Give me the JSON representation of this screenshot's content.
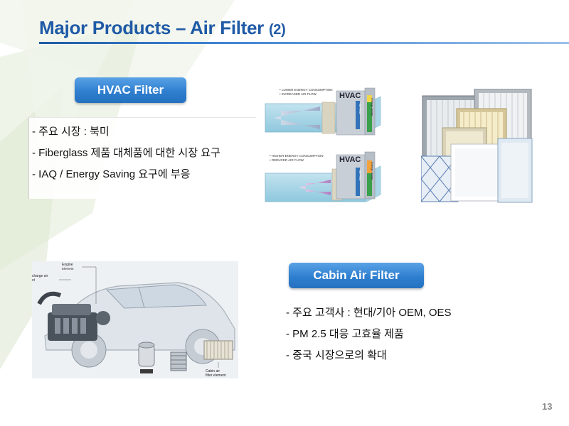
{
  "slide": {
    "title_main": "Major Products – Air Filter",
    "title_suffix": "(2)",
    "page_number": "13"
  },
  "hvac": {
    "label": "HVAC Filter",
    "bullets": [
      "- 주요 시장 : 북미",
      "- Fiberglass 제품 대체품에 대한 시장 요구",
      "- IAQ / Energy Saving 요구에 부응"
    ],
    "diagram": {
      "top": {
        "brand": "HVAC",
        "notes": [
          "• LOWER ENERGY CONSUMPTION",
          "• INCREASED AIR FLOW"
        ],
        "airflow_label": "Air Flow",
        "energy_label": "Energy Usage"
      },
      "bottom": {
        "brand": "HVAC",
        "notes": [
          "• HIGHER ENERGY CONSUMPTION",
          "• REDUCED AIR FLOW"
        ],
        "airflow_label": "Air Flow",
        "energy_label": "Energy Usage"
      }
    }
  },
  "cabin": {
    "label": "Cabin Air Filter",
    "bullets": [
      "- 주요 고객사 : 현대/기아 OEM, OES",
      "- PM 2.5 대응 고효율 제품",
      "- 중국 시장으로의 확대"
    ],
    "car_labels": {
      "engine_1": "Engine",
      "engine_2": "Element",
      "charge_1": "charge air",
      "charge_2": "ct",
      "cabin_1": "Cabin air",
      "cabin_2": "filter element"
    }
  },
  "colors": {
    "title": "#1f5aa6",
    "pill": "#2f7fd0",
    "page_number": "#8a8a8a"
  }
}
